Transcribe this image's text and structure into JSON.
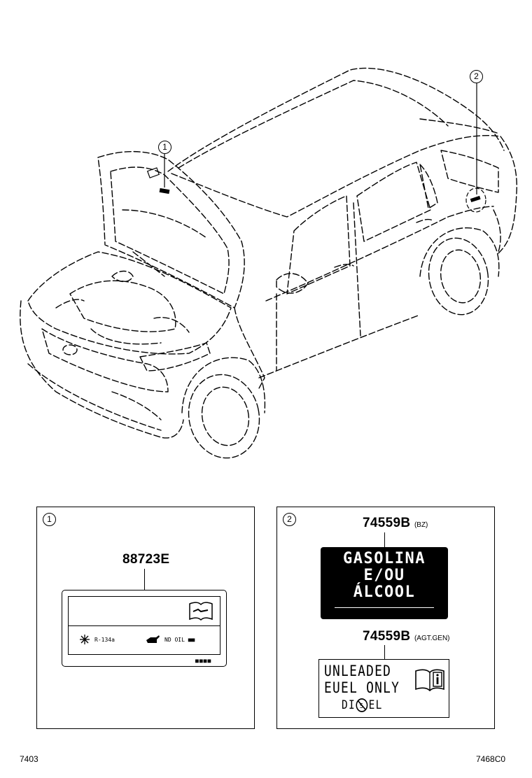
{
  "diagram": {
    "callouts": {
      "hood": "1",
      "fuel_door": "2"
    },
    "panel1": {
      "index": "1",
      "part_number": "88723E",
      "label": {
        "refrigerant": "R-134a",
        "oil": "ND OIL",
        "oil_suffix": "■■",
        "footer": "■■■■"
      }
    },
    "panel2": {
      "index": "2",
      "part_a": {
        "number": "74559B",
        "note": "(BZ)"
      },
      "gas_label": {
        "line1": "GASOLINA",
        "line2": "E/OU",
        "line3": "ÁLCOOL"
      },
      "part_b": {
        "number": "74559B",
        "note": "(AGT.GEN)"
      },
      "unleaded_label": {
        "line1": "UNLEADED",
        "line2": "EUEL ONLY",
        "line3a": "DI",
        "line3b": "EL"
      }
    },
    "footer": {
      "left_code": "7403",
      "right_code": "7468C0"
    }
  }
}
